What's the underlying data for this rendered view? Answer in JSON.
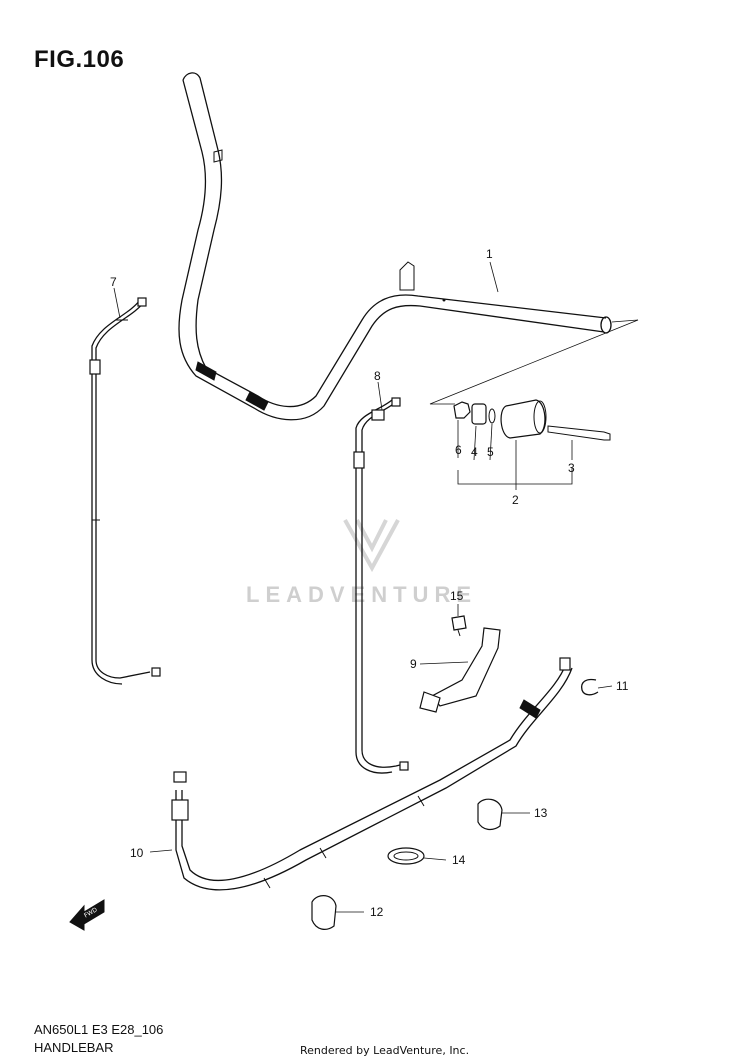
{
  "figure": {
    "title": "FIG.106"
  },
  "watermark": {
    "text": "LEADVENTURE"
  },
  "callouts": [
    {
      "id": "1",
      "label": "1"
    },
    {
      "id": "2",
      "label": "2"
    },
    {
      "id": "3",
      "label": "3"
    },
    {
      "id": "4",
      "label": "4"
    },
    {
      "id": "5",
      "label": "5"
    },
    {
      "id": "6",
      "label": "6"
    },
    {
      "id": "7",
      "label": "7"
    },
    {
      "id": "8",
      "label": "8"
    },
    {
      "id": "9",
      "label": "9"
    },
    {
      "id": "10",
      "label": "10"
    },
    {
      "id": "11",
      "label": "11"
    },
    {
      "id": "12",
      "label": "12"
    },
    {
      "id": "13",
      "label": "13"
    },
    {
      "id": "14",
      "label": "14"
    },
    {
      "id": "15",
      "label": "15"
    }
  ],
  "fwd_arrow": {
    "label": "FWD"
  },
  "footer": {
    "model_code": "AN650L1 E3 E28_106",
    "section_name": "HANDLEBAR",
    "rendered_by": "Rendered by LeadVenture, Inc."
  }
}
